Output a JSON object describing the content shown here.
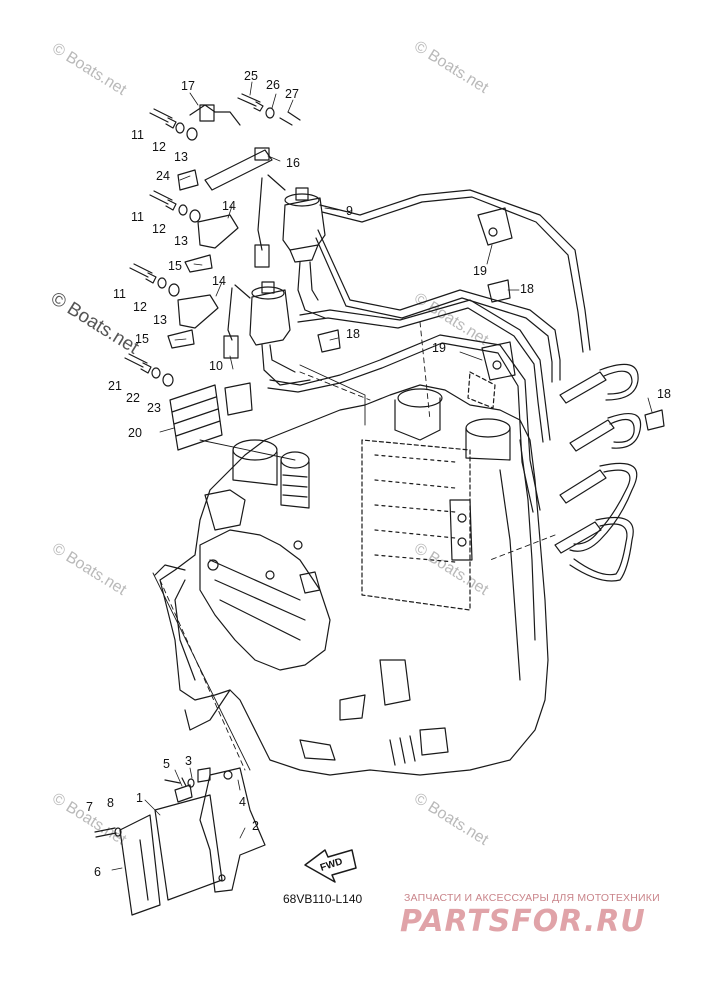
{
  "diagram": {
    "callouts": [
      "1",
      "2",
      "3",
      "4",
      "5",
      "6",
      "7",
      "8",
      "9",
      "10",
      "11",
      "11",
      "11",
      "12",
      "12",
      "12",
      "13",
      "13",
      "13",
      "14",
      "14",
      "15",
      "15",
      "16",
      "17",
      "18",
      "18",
      "18",
      "19",
      "19",
      "20",
      "21",
      "22",
      "23",
      "24",
      "25",
      "26",
      "27"
    ],
    "arrow_label": "FWD",
    "diagram_code": "68VB110-L140"
  },
  "watermarks": {
    "text": "© Boats.net",
    "bold_text": "© Boats.net"
  },
  "shop_banner": {
    "tagline": "ЗАПЧАСТИ И АКСЕССУАРЫ ДЛЯ МОТОТЕХНИКИ",
    "logo": "PARTSFOR.RU"
  },
  "colors": {
    "line": "#1a1a1a",
    "watermark": "#b9b9b9",
    "logo": "#e0a3a8"
  }
}
